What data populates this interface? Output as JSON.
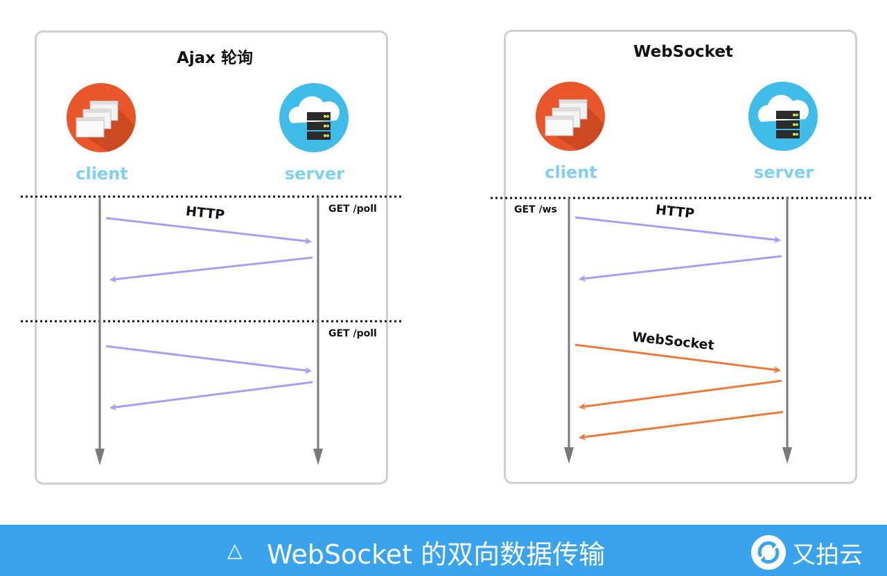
{
  "left_panel": {
    "title": "Ajax 轮询",
    "client_label": "client",
    "server_label": "server",
    "http_label": "HTTP",
    "poll_request_1": "GET /poll",
    "poll_request_2": "GET /poll"
  },
  "right_panel": {
    "title": "WebSocket",
    "client_label": "client",
    "server_label": "server",
    "ws_request": "GET /ws",
    "http_label": "HTTP",
    "websocket_label": "WebSocket"
  },
  "caption": {
    "icon": "triangle-icon",
    "symbol": "△",
    "text": "WebSocket 的双向数据传输"
  },
  "brand": {
    "name": "又拍云",
    "logo_icon": "upyun-logo-icon"
  },
  "colors": {
    "http_arrow": "#a99ef5",
    "websocket_arrow": "#ec7a3a",
    "lifeline": "#7a7a7a",
    "client_icon_bg": "#e8562a",
    "server_icon_bg": "#3fbde8",
    "caption_bar": "#3aa3ee",
    "role_label": "#7fd0f0"
  }
}
